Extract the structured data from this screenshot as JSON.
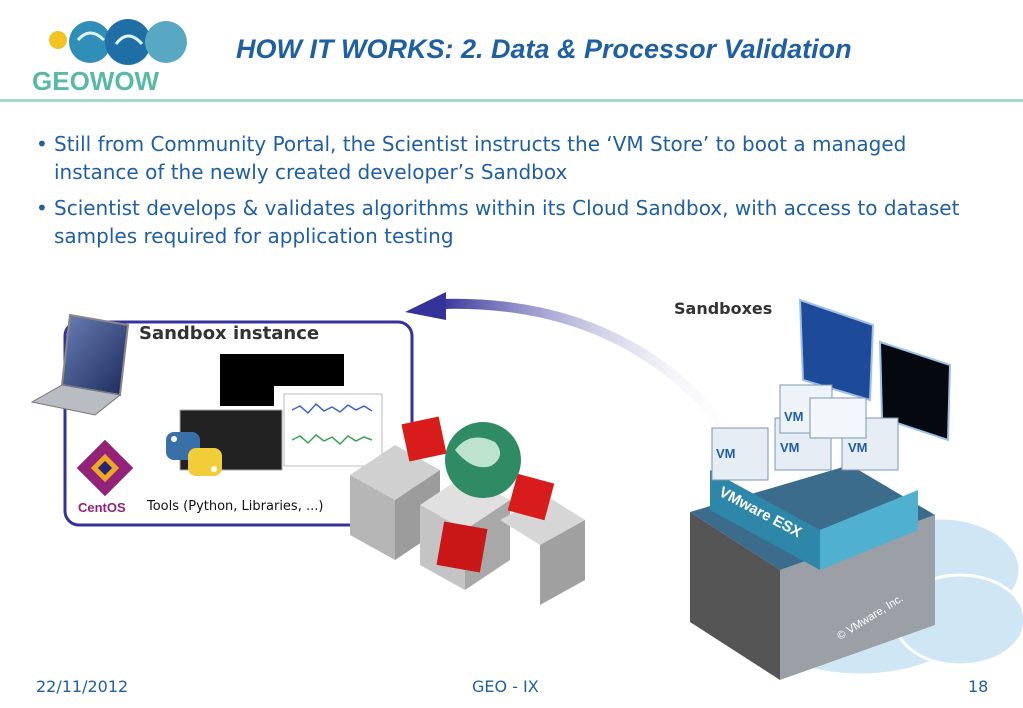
{
  "slide": {
    "title": "HOW IT WORKS: 2. Data & Processor Validation",
    "bullets": [
      "Still from Community Portal, the Scientist instructs the ‘VM Store’ to boot a managed instance of the newly created developer’s Sandbox",
      "Scientist develops & validates algorithms within its Cloud Sandbox, with access to dataset samples required for application testing"
    ]
  },
  "logo": {
    "text": "GEOWOW"
  },
  "diagram": {
    "sandbox_title": "Sandbox instance",
    "tools_label": "Tools (Python, Libraries, ...)",
    "centos_label": "CentOS",
    "sandboxes_label": "Sandboxes",
    "vm_labels": [
      "VM",
      "VM",
      "VM",
      "VM"
    ],
    "esx_label": "VMware ESX",
    "copyright": "© VMware, Inc."
  },
  "footer": {
    "date": "22/11/2012",
    "center": "GEO - IX",
    "page": "18"
  },
  "colors": {
    "title": "#1f5fa3",
    "rule": "#a8d7cc",
    "box_border": "#33339a",
    "cloud": "#cfe6f5"
  }
}
